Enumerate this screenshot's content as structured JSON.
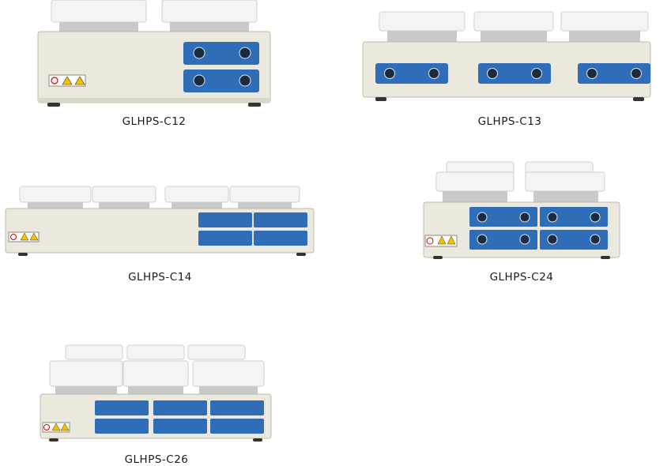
{
  "products": [
    {
      "model": "GLHPS-C12",
      "plates_per_row": 2,
      "rows": 1,
      "panel_count": 2
    },
    {
      "model": "GLHPS-C13",
      "plates_per_row": 3,
      "rows": 1,
      "panel_count": 3
    },
    {
      "model": "GLHPS-C14",
      "plates_per_row": 4,
      "rows": 1,
      "panel_count": 4
    },
    {
      "model": "GLHPS-C24",
      "plates_per_row": 2,
      "rows": 2,
      "panel_count": 4
    },
    {
      "model": "GLHPS-C26",
      "plates_per_row": 3,
      "rows": 2,
      "panel_count": 6
    }
  ],
  "colors": {
    "body": "#ebe8de",
    "panel": "#2f6db8",
    "plate": "#f4f4f4",
    "caption": "#1a1a1a"
  }
}
